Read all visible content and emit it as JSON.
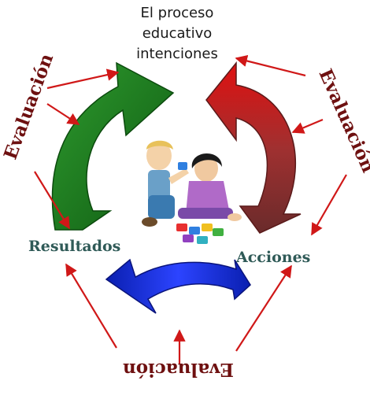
{
  "title_lines": [
    "El proceso",
    "educativo",
    "intenciones"
  ],
  "nodes": {
    "results": "Resultados",
    "actions": "Acciones"
  },
  "evaluation_labels": {
    "left": "Evaluación",
    "right": "Evaluación",
    "bottom": "Evaluación"
  },
  "colors": {
    "cycle_green": "#1b7a1b",
    "cycle_red": "#b02020",
    "cycle_blue": "#1a2fd0",
    "feedback_arrows": "#d01818",
    "evaluation_text": "#6e1010",
    "node_text": "#2f5a57"
  },
  "illustration": "children-playing-with-puzzle"
}
